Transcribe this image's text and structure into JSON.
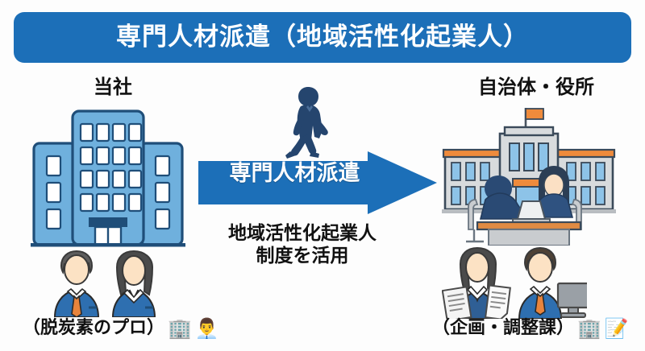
{
  "title": {
    "text": "専門人材派遣（地域活性化起業人）",
    "background_color": "#1c6fb8",
    "text_color": "#ffffff"
  },
  "left_section": {
    "heading": "当社",
    "illustration": "office-building-blue",
    "people": [
      "businessman-avatar",
      "businesswoman-avatar"
    ],
    "caption": "（脱炭素のプロ）",
    "caption_icons": [
      "office-building-emoji",
      "businessman-emoji"
    ]
  },
  "center_section": {
    "arrow_label": "専門人材派遣",
    "arrow_color": "#1c6fb8",
    "walking_person": "walking-businessman-silhouette",
    "sub_caption_line1": "地域活性化起業人",
    "sub_caption_line2": "制度を活用"
  },
  "right_section": {
    "heading": "自治体・役所",
    "illustration": "government-office-building",
    "people": [
      "staff-woman-with-documents",
      "staff-man-with-monitor"
    ],
    "caption": "（企画・調整課）",
    "caption_icons": [
      "office-building-emoji",
      "memo-pencil-emoji"
    ]
  },
  "colors": {
    "brand_blue": "#1c6fb8",
    "building_blue": "#6fb0dd",
    "building_outline": "#1f4e79",
    "navy": "#25456e",
    "accent_orange": "#e8843c",
    "gray": "#c9cccf",
    "text_dark": "#111111"
  }
}
